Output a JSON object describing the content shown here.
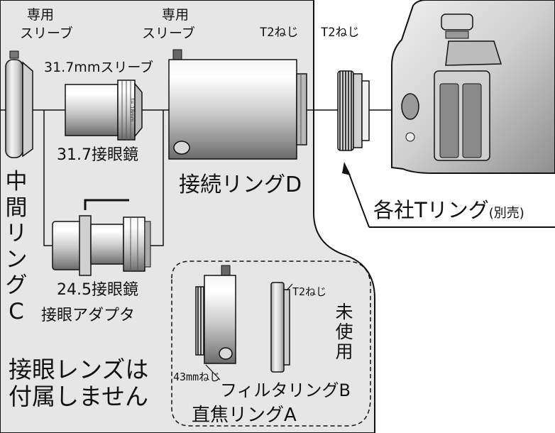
{
  "labels": {
    "sleeve_top_1": "専用",
    "sleeve_bottom_1": "スリーブ",
    "sleeve_top_2": "専用",
    "sleeve_bottom_2": "スリーブ",
    "t2_thread_1": "T2ねじ",
    "t2_thread_2": "T2ねじ",
    "sleeve_31_7mm": "31.7mmスリーブ",
    "eyepiece_31_7": "31.7接眼鏡",
    "eyepiece_24_5": "24.5接眼鏡",
    "eyepiece_adapter": "接眼アダプタ",
    "middle_ring_c": [
      "中",
      "間",
      "リ",
      "ン",
      "グ",
      "C"
    ],
    "connection_ring_d": "接続リングD",
    "t_ring_main": "各社Tリング",
    "t_ring_note": "(別売)",
    "eyepiece_note_line1": "接眼レンズは",
    "eyepiece_note_line2": "付属しません",
    "t2_thread_3": "T2ねじ",
    "unused": [
      "未",
      "使",
      "用"
    ],
    "thread_43mm": "43mmねじ",
    "filter_ring_b": "フィルタリングB",
    "focus_ring_a": "直焦リングA",
    "lens_engraving": "f= 18mm"
  },
  "colors": {
    "panel_fill": "#e6e6e6",
    "metal_light": "#f2f2f2",
    "metal_mid": "#bdbdbd",
    "metal_dark": "#6e6e6e",
    "outline": "#111111"
  }
}
